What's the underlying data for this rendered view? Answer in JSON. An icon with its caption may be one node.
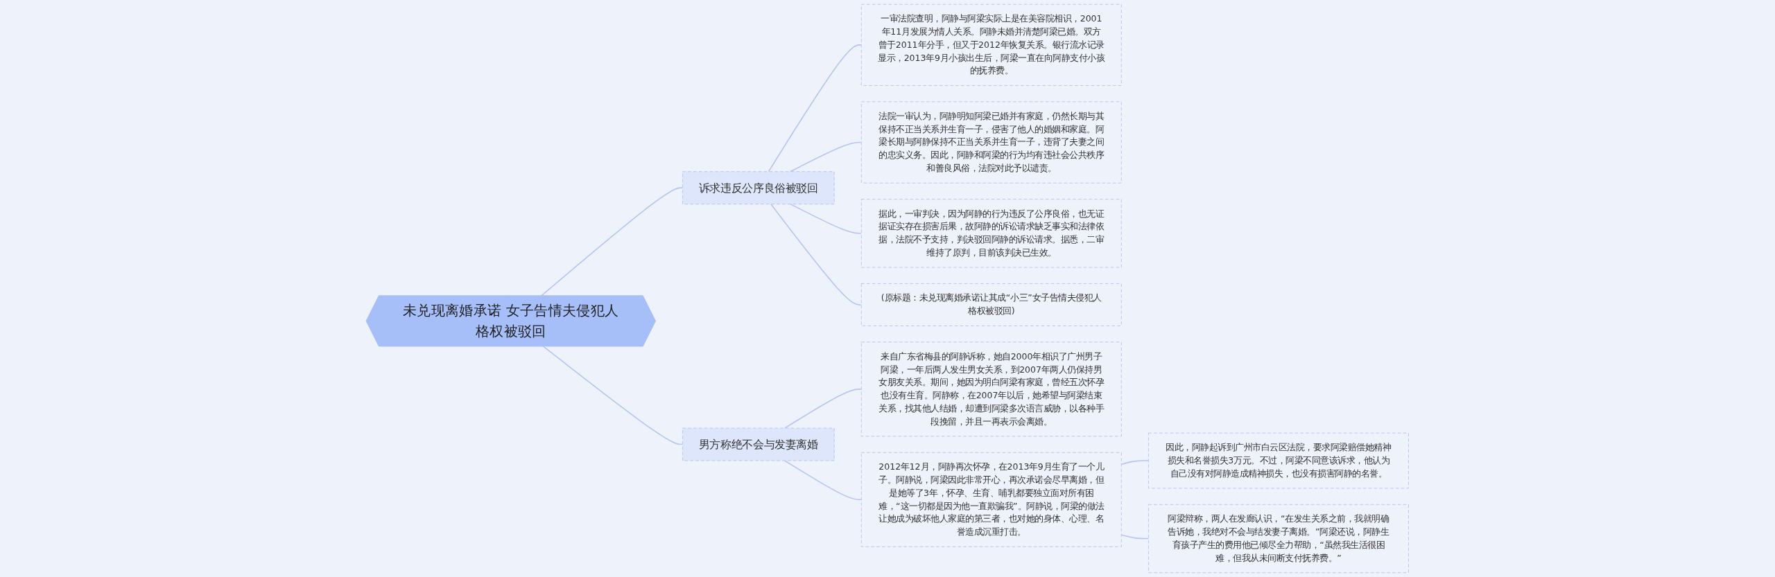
{
  "diagram": {
    "nodes": [
      {
        "text": [
          "未兑现离婚承诺 女子告情夫侵犯人格权被驳回"
        ]
      },
      {
        "text": [
          "诉求违反公序良俗被驳回"
        ]
      },
      {
        "text": [
          "一审法院查明，阿静与阿梁实际上是在美容院相识，2001年11月发展为情人关系。阿静未婚并清楚阿梁已婚。双方曾于2011年分手，但又于2012年恢复关系。银行流水记录显示，2013年9月小孩出生后，阿梁一直在向阿静支付小孩的抚养费。"
        ]
      },
      {
        "text": [
          "法院一审认为，阿静明知阿梁已婚并有家庭，仍然长期与其保持不正当关系并生育一子，侵害了他人的婚姻和家庭。阿梁长期与阿静保持不正当关系并生育一子，违背了夫妻之间的忠实义务。因此，阿静和阿梁的行为均有违社会公共秩序和善良风俗，法院对此予以谴责。"
        ]
      },
      {
        "text": [
          "据此，一审判决，因为阿静的行为违反了公序良俗，也无证据证实存在损害后果，故阿静的诉讼请求缺乏事实和法律依据，法院不予支持，判决驳回阿静的诉讼请求。据悉，二审维持了原判，目前该判决已生效。"
        ]
      },
      {
        "text": [
          "(原标题：未兑现离婚承诺让其成“小三”女子告情夫侵犯人格权被驳回)"
        ]
      },
      {
        "text": [
          "男方称绝不会与发妻离婚"
        ]
      },
      {
        "text": [
          "来自广东省梅县的阿静诉称，她自2000年相识了广州男子阿梁，一年后两人发生男女关系，到2007年两人仍保持男女朋友关系。期间，她因为明白阿梁有家庭，曾经五次怀孕也没有生育。阿静称，在2007年以后，她希望与阿梁结束关系，找其他人结婚，却遭到阿梁多次语言威胁，以各种手段挽留，并且一再表示会离婚。"
        ]
      },
      {
        "text": [
          "2012年12月，阿静再次怀孕，在2013年9月生育了一个儿子。阿静说，阿梁因此非常开心，再次承诺会尽早离婚，但是她等了3年，怀孕、生育、哺乳都要独立面对所有困难，“这一切都是因为他一直欺骗我”。阿静说，阿梁的做法让她成为破坏他人家庭的第三者，也对她的身体、心理、名誉造成沉重打击。"
        ]
      },
      {
        "text": [
          "因此，阿静起诉到广州市白云区法院，要求阿梁赔偿她精神损失和名誉损失3万元。不过，阿梁不同意该诉求，他认为自己没有对阿静造成精神损失，也没有损害阿静的名誉。"
        ]
      },
      {
        "text": [
          "阿梁辩称，两人在发廊认识，“在发生关系之前，我就明确告诉她，我绝对不会与结发妻子离婚。”阿梁还说，阿静生育孩子产生的费用他已倾尽全力帮助，“虽然我生活很困难，但我从未间断支付抚养费。”"
        ]
      }
    ],
    "edges": [
      {
        "from": 0,
        "to": 1,
        "arrow": "none"
      },
      {
        "from": 1,
        "to": 2,
        "arrow": "none"
      },
      {
        "from": 1,
        "to": 3,
        "arrow": "none"
      },
      {
        "from": 1,
        "to": 4,
        "arrow": "none"
      },
      {
        "from": 1,
        "to": 5,
        "arrow": "none"
      },
      {
        "from": 0,
        "to": 6,
        "arrow": "none"
      },
      {
        "from": 6,
        "to": 7,
        "arrow": "none"
      },
      {
        "from": 6,
        "to": 8,
        "arrow": "none"
      },
      {
        "from": 8,
        "to": 9,
        "arrow": "none"
      },
      {
        "from": 8,
        "to": 10,
        "arrow": "none"
      }
    ]
  }
}
